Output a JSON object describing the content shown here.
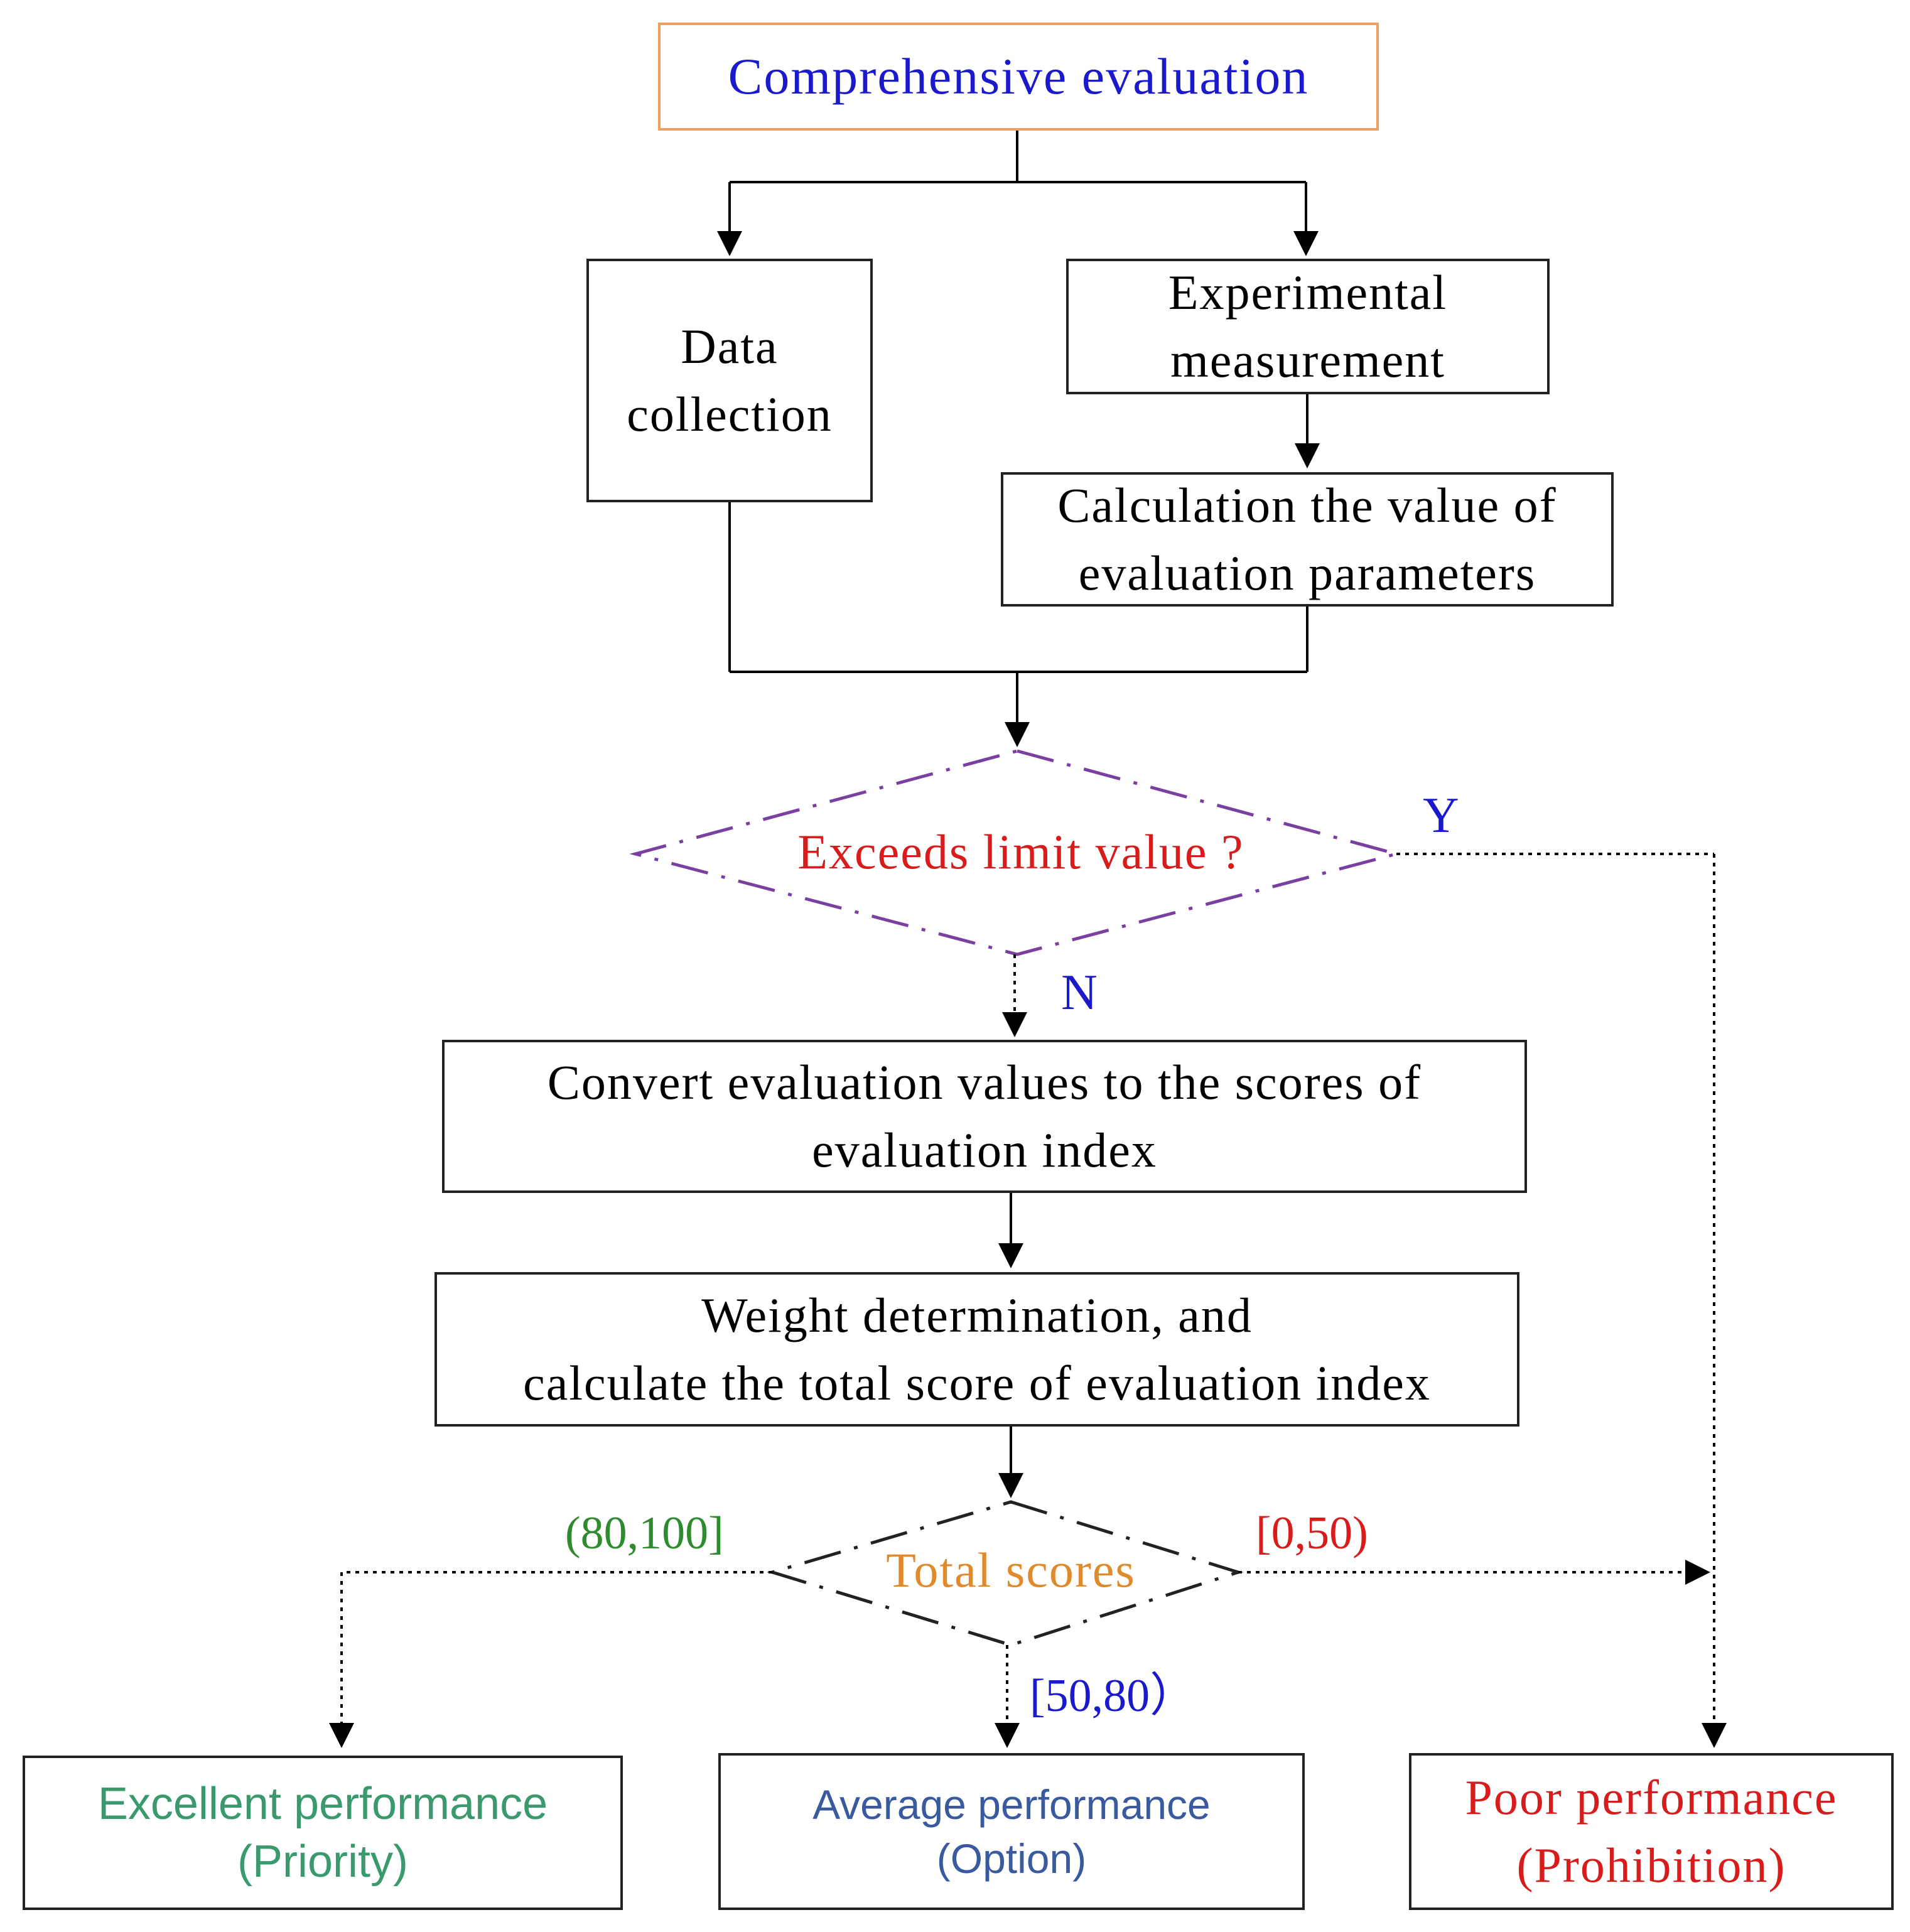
{
  "colors": {
    "title_text": "#1a1acc",
    "title_border": "#f0a060",
    "decision1_text": "#d81c1c",
    "decision1_border": "#7a3fa0",
    "decision2_text": "#e08a2c",
    "label_y": "#1a1acc",
    "label_n": "#1a1acc",
    "range_high": "#2e8b2e",
    "range_mid": "#1a1acc",
    "range_low": "#d81c1c",
    "excellent_text": "#3a9a6e",
    "average_text": "#3a5aa0",
    "poor_text": "#d81c1c"
  },
  "nodes": {
    "comprehensive": "Comprehensive evaluation",
    "data_collection": [
      "Data",
      "collection"
    ],
    "experimental": [
      "Experimental",
      "measurement"
    ],
    "calculation": [
      "Calculation the value of",
      "evaluation parameters"
    ],
    "exceeds": "Exceeds limit value ?",
    "convert": [
      "Convert evaluation values  to  the scores of",
      "evaluation index"
    ],
    "weight": [
      "Weight determination, and",
      "calculate the total score of evaluation index"
    ],
    "total_scores": "Total scores",
    "excellent": [
      "Excellent performance",
      "(Priority)"
    ],
    "average": [
      "Average performance",
      "(Option)"
    ],
    "poor": [
      "Poor performance",
      "(Prohibition)"
    ]
  },
  "edge_labels": {
    "yes": "Y",
    "no": "N",
    "range_high": "(80,100]",
    "range_mid": "[50,80）",
    "range_low": "[0,50)"
  }
}
